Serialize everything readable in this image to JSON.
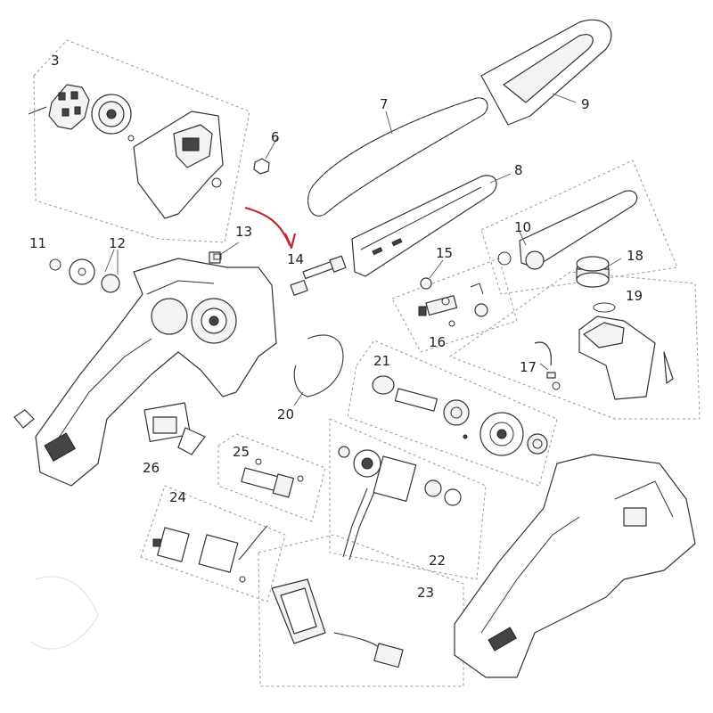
{
  "callouts": [
    {
      "id": "3",
      "label": "3"
    },
    {
      "id": "6",
      "label": "6"
    },
    {
      "id": "7",
      "label": "7"
    },
    {
      "id": "8",
      "label": "8"
    },
    {
      "id": "9",
      "label": "9"
    },
    {
      "id": "10",
      "label": "10"
    },
    {
      "id": "11",
      "label": "11"
    },
    {
      "id": "12",
      "label": "12"
    },
    {
      "id": "13",
      "label": "13"
    },
    {
      "id": "14",
      "label": "14"
    },
    {
      "id": "15",
      "label": "15"
    },
    {
      "id": "16",
      "label": "16"
    },
    {
      "id": "17",
      "label": "17"
    },
    {
      "id": "18",
      "label": "18"
    },
    {
      "id": "19",
      "label": "19"
    },
    {
      "id": "20",
      "label": "20"
    },
    {
      "id": "21",
      "label": "21"
    },
    {
      "id": "22",
      "label": "22"
    },
    {
      "id": "23",
      "label": "23"
    },
    {
      "id": "24",
      "label": "24"
    },
    {
      "id": "25",
      "label": "25"
    },
    {
      "id": "26",
      "label": "26"
    }
  ],
  "colors": {
    "line": "#333333",
    "group_border": "#9a9a9a",
    "arrow": "#c0282d"
  }
}
